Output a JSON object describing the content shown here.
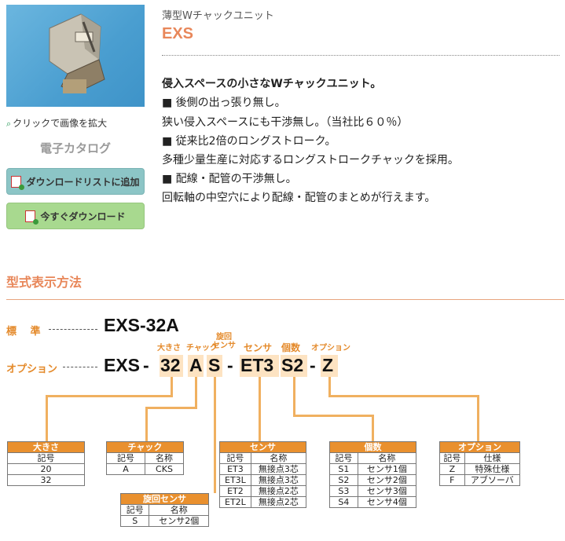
{
  "product": {
    "subtitle": "薄型Wチャックユニット",
    "title": "EXS",
    "zoom_label": "クリックで画像を拡大",
    "catalog_label": "電子カタログ",
    "add_button": "ダウンロードリストに追加",
    "download_button": "今すぐダウンロード",
    "headline": "侵入スペースの小さなWチャックユニット。",
    "lines": [
      "■ 後側の出っ張り無し。",
      "狭い侵入スペースにも干渉無し。（当社比６０％）",
      "■ 従来比2倍のロングストローク。",
      "多種少量生産に対応するロングストロークチャックを採用。",
      "■ 配線・配管の干渉無し。",
      "回転軸の中空穴により配線・配管のまとめが行えます。"
    ]
  },
  "section": {
    "title": "型式表示方法"
  },
  "diagram": {
    "standard_label": "標　 準",
    "standard_model": "EXS-32A",
    "option_label": "オプション",
    "parts": [
      "EXS",
      "-",
      "32",
      "A",
      "S",
      "-",
      "ET3",
      "S2",
      "-",
      "Z"
    ],
    "part_labels": {
      "size": "大きさ",
      "chuck": "チャック",
      "rotary": "旋回\nセンサ",
      "sensor": "センサ",
      "count": "個数",
      "option": "オプション"
    },
    "tables": {
      "size": {
        "title": "大きさ",
        "headers": [
          "記号"
        ],
        "rows": [
          [
            "20"
          ],
          [
            "32"
          ]
        ]
      },
      "chuck": {
        "title": "チャック",
        "headers": [
          "記号",
          "名称"
        ],
        "rows": [
          [
            "A",
            "CKS"
          ]
        ]
      },
      "rotary": {
        "title": "旋回センサ",
        "headers": [
          "記号",
          "名称"
        ],
        "rows": [
          [
            "S",
            "センサ2個"
          ]
        ]
      },
      "sensor": {
        "title": "センサ",
        "headers": [
          "記号",
          "名称"
        ],
        "rows": [
          [
            "ET3",
            "無接点3芯"
          ],
          [
            "ET3L",
            "無接点3芯"
          ],
          [
            "ET2",
            "無接点2芯"
          ],
          [
            "ET2L",
            "無接点2芯"
          ]
        ]
      },
      "count": {
        "title": "個数",
        "headers": [
          "記号",
          "名称"
        ],
        "rows": [
          [
            "S1",
            "センサ1個"
          ],
          [
            "S2",
            "センサ2個"
          ],
          [
            "S3",
            "センサ3個"
          ],
          [
            "S4",
            "センサ4個"
          ]
        ]
      },
      "option": {
        "title": "オプション",
        "headers": [
          "記号",
          "仕様"
        ],
        "rows": [
          [
            "Z",
            "特殊仕様"
          ],
          [
            "F",
            "アブソーバ"
          ]
        ]
      }
    }
  }
}
